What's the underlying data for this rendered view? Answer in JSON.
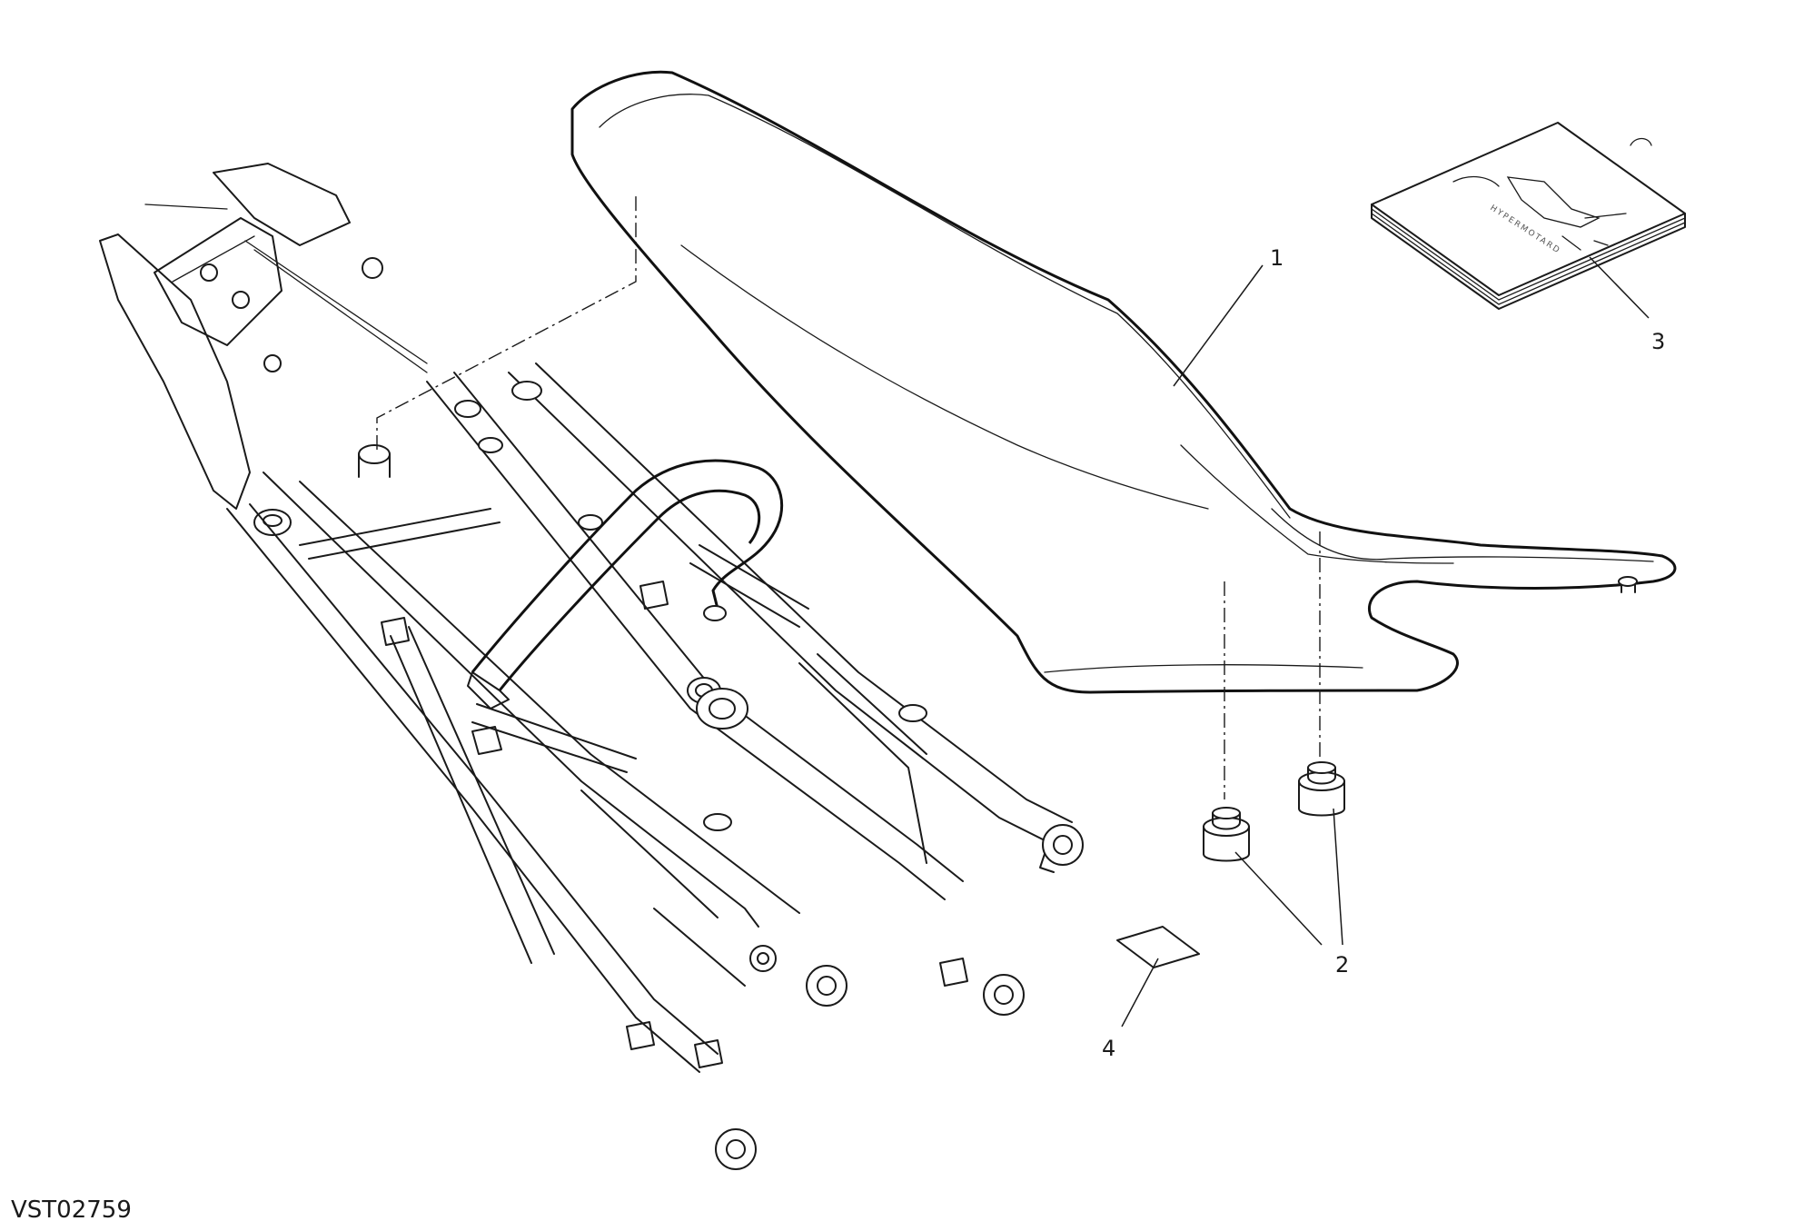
{
  "drawing_code": "VST02759",
  "callouts": [
    "1",
    "2",
    "3",
    "4"
  ],
  "manual_cover_text": "HYPERMOTARD",
  "colors": {
    "line": "#1a1a1a",
    "background": "#ffffff"
  }
}
